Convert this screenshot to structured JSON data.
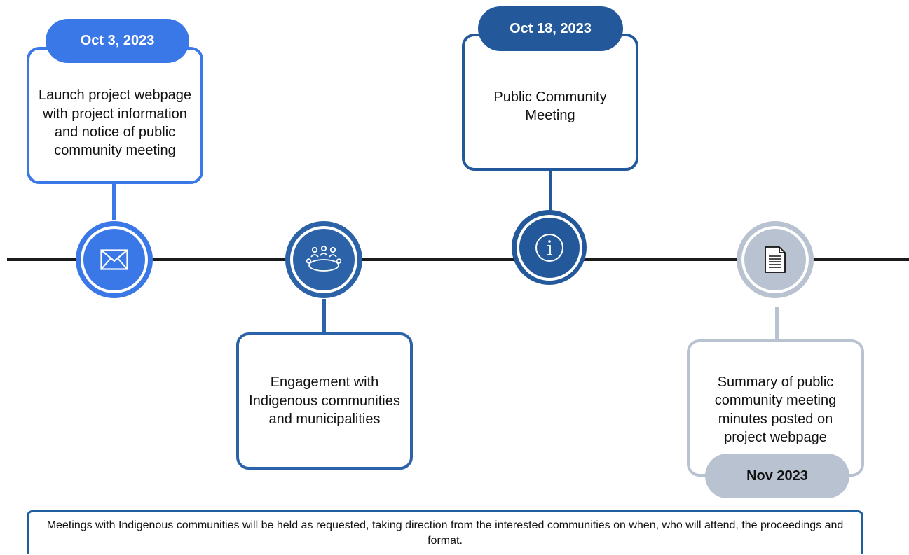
{
  "colors": {
    "blue_bright": "#3b78e7",
    "blue_mid": "#2b62a8",
    "blue_dark": "#23599a",
    "gray": "#b9c2d0",
    "line": "#1b1b1b"
  },
  "milestones": [
    {
      "date": "Oct 3, 2023",
      "text": "Launch project webpage with project information and notice of public community meeting",
      "icon": "envelope-icon"
    },
    {
      "date": "",
      "text": "Engagement with Indigenous communities and municipalities",
      "icon": "meeting-table-icon"
    },
    {
      "date": "Oct 18, 2023",
      "text": "Public Community Meeting",
      "icon": "info-icon"
    },
    {
      "date": "Nov 2023",
      "text": "Summary of public community meeting minutes posted on project webpage",
      "icon": "document-icon"
    }
  ],
  "footnote": "Meetings with Indigenous communities will be held as requested, taking direction from the interested communities on when, who will attend, the proceedings and format."
}
